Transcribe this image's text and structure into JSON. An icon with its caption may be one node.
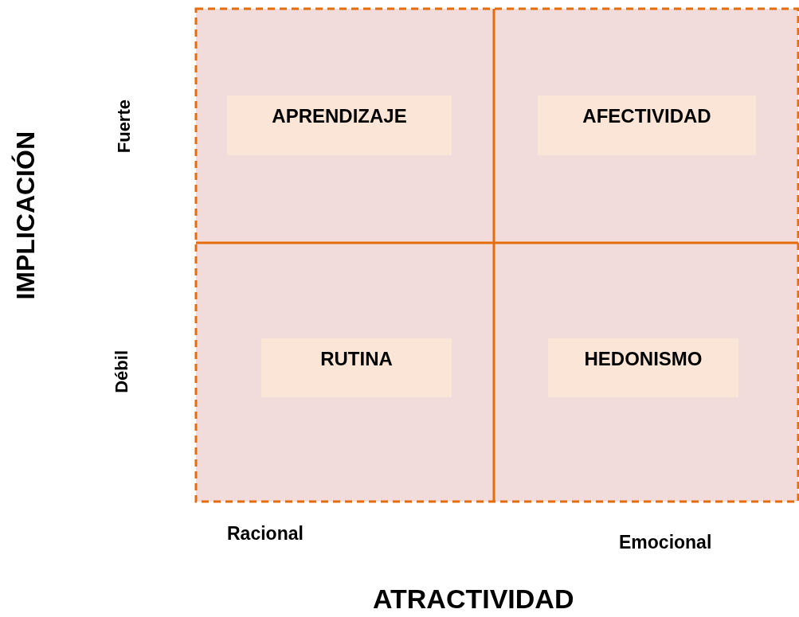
{
  "diagram": {
    "nodes": [
      {
        "text": [
          "APRENDIZAJE"
        ]
      },
      {
        "text": [
          "AFECTIVIDAD"
        ]
      },
      {
        "text": [
          "RUTINA"
        ]
      },
      {
        "text": [
          "HEDONISMO"
        ]
      }
    ],
    "edges": [],
    "labels": [
      "IMPLICACIÓN",
      "Fuerte",
      "Débil",
      "Racional",
      "Emocional",
      "ATRACTIVIDAD"
    ]
  }
}
